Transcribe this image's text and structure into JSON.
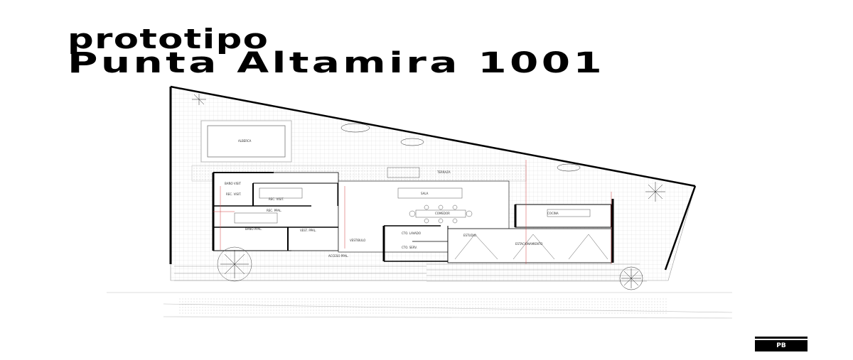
{
  "header": {
    "title_line1": "prototipo",
    "title_line2": "Punta Altamira 1001"
  },
  "badge": {
    "label": "PB"
  },
  "plan": {
    "room_labels": [
      "ALBERCA",
      "TERRAZA",
      "TERRAZA",
      "BAÑO VISIT",
      "REC. VISIT.",
      "REC. VISIT.",
      "REC. PPAL.",
      "BAÑO PPAL.",
      "VEST. PPAL.",
      "SALA",
      "COMEDOR",
      "COCINA",
      "VESTIBULO",
      "CTO. LAVADO",
      "CTO. SERV.",
      "ESTUDIO",
      "ESTACIONAMIENTO",
      "ACCESO PPAL."
    ]
  },
  "colors": {
    "ink": "#000000",
    "paper": "#ffffff",
    "accent": "#d04040"
  }
}
